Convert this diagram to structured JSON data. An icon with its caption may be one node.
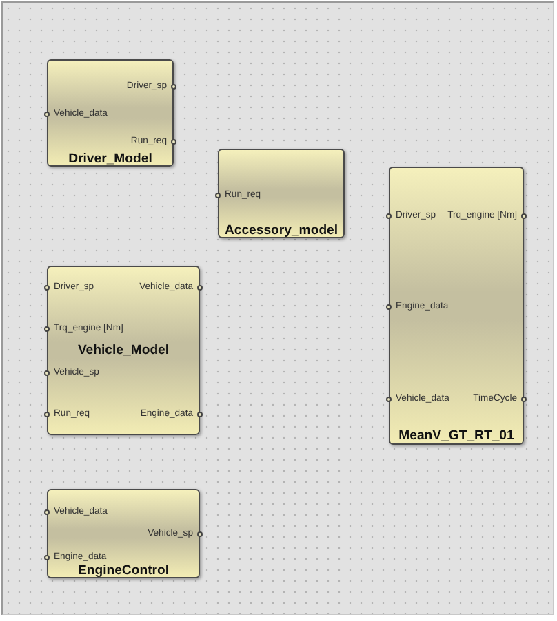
{
  "diagram": {
    "nodes": [
      {
        "text": [
          "Driver_sp",
          "Vehicle_data",
          "Run_req",
          "Driver_Model"
        ]
      },
      {
        "text": [
          "Run_req",
          "Accessory_model"
        ]
      },
      {
        "text": [
          "Driver_sp",
          "Vehicle_data",
          "Trq_engine [Nm]",
          "Vehicle_Model",
          "Vehicle_sp",
          "Run_req",
          "Engine_data"
        ]
      },
      {
        "text": [
          "Driver_sp",
          "Trq_engine [Nm]",
          "Engine_data",
          "Vehicle_data",
          "TimeCycle",
          "MeanV_GT_RT_01"
        ]
      },
      {
        "text": [
          "Vehicle_data",
          "Vehicle_sp",
          "Engine_data",
          "EngineControl"
        ]
      }
    ]
  }
}
